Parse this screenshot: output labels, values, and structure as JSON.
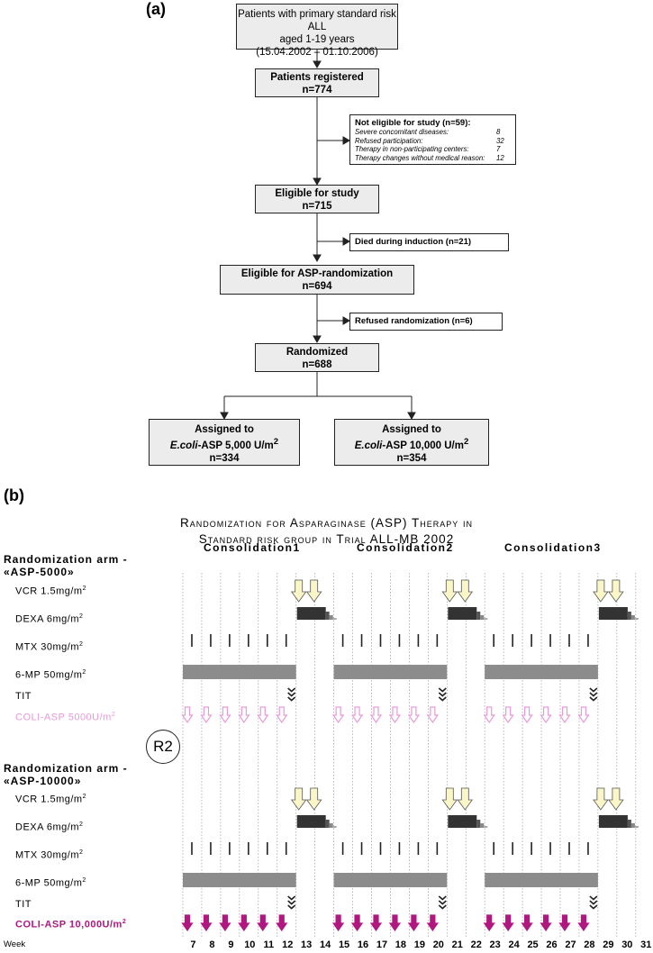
{
  "panel_a": {
    "label": "(a)",
    "boxes": {
      "top": [
        "Patients with primary standard risk ALL",
        "aged 1-19 years",
        "(15.04.2002 – 01.10.2006)"
      ],
      "registered": [
        "Patients registered",
        "n=774"
      ],
      "eligible": [
        "Eligible for study",
        "n=715"
      ],
      "asp_eligible": [
        "Eligible for ASP-randomization",
        "n=694"
      ],
      "randomized": [
        "Randomized",
        "n=688"
      ]
    },
    "not_eligible": {
      "title": "Not eligible for study (n=59):",
      "rows": [
        {
          "label": "Severe concomitant diseases:",
          "value": "8"
        },
        {
          "label": "Refused participation:",
          "value": "32"
        },
        {
          "label": "Therapy in non-participating centers:",
          "value": "7"
        },
        {
          "label": "Therapy changes without medical reason:",
          "value": "12"
        }
      ]
    },
    "died": "Died during induction (n=21)",
    "refused_rand": "Refused randomization (n=6)",
    "arm_left": {
      "line1": "Assigned to",
      "ecoli": "E.coli",
      "dose": "-ASP 5,000 U/m",
      "n": "n=334"
    },
    "arm_right": {
      "line1": "Assigned to",
      "ecoli": "E.coli",
      "dose": "-ASP 10,000 U/m",
      "n": "n=354"
    }
  },
  "panel_b": {
    "label": "(b)",
    "title_line1": "Randomization for Asparaginase (ASP) Therapy in",
    "title_line2": "Standard risk group in Trial ALL-MB 2002",
    "phases": [
      "Consolidation1",
      "Consolidation2",
      "Consolidation3"
    ],
    "arm1": {
      "line1": "Randomization arm -",
      "line2": "«ASP-5000»"
    },
    "arm2": {
      "line1": "Randomization arm -",
      "line2": "«ASP-10000»"
    },
    "rows_arm1": [
      "VCR 1.5mg/m",
      "DEXA 6mg/m",
      "MTX 30mg/m",
      "6-MP 50mg/m",
      "TIT",
      "COLI-ASP 5000U/m"
    ],
    "rows_arm2": [
      "VCR 1.5mg/m",
      "DEXA 6mg/m",
      "MTX 30mg/m",
      "6-MP 50mg/m",
      "TIT",
      "COLI-ASP 10,000U/m"
    ],
    "sup2": "2",
    "r2": "R2",
    "week_label": "Week",
    "weeks": [
      "7",
      "8",
      "9",
      "10",
      "11",
      "12",
      "13",
      "14",
      "15",
      "16",
      "17",
      "18",
      "19",
      "20",
      "21",
      "22",
      "23",
      "24",
      "25",
      "26",
      "27",
      "28",
      "29",
      "30",
      "31"
    ],
    "colors": {
      "pink": "#e79ad8",
      "magenta": "#b0187f",
      "bar": "#8c8c8c",
      "dexa": "#333333",
      "vcr": "#fbf6c8"
    }
  }
}
